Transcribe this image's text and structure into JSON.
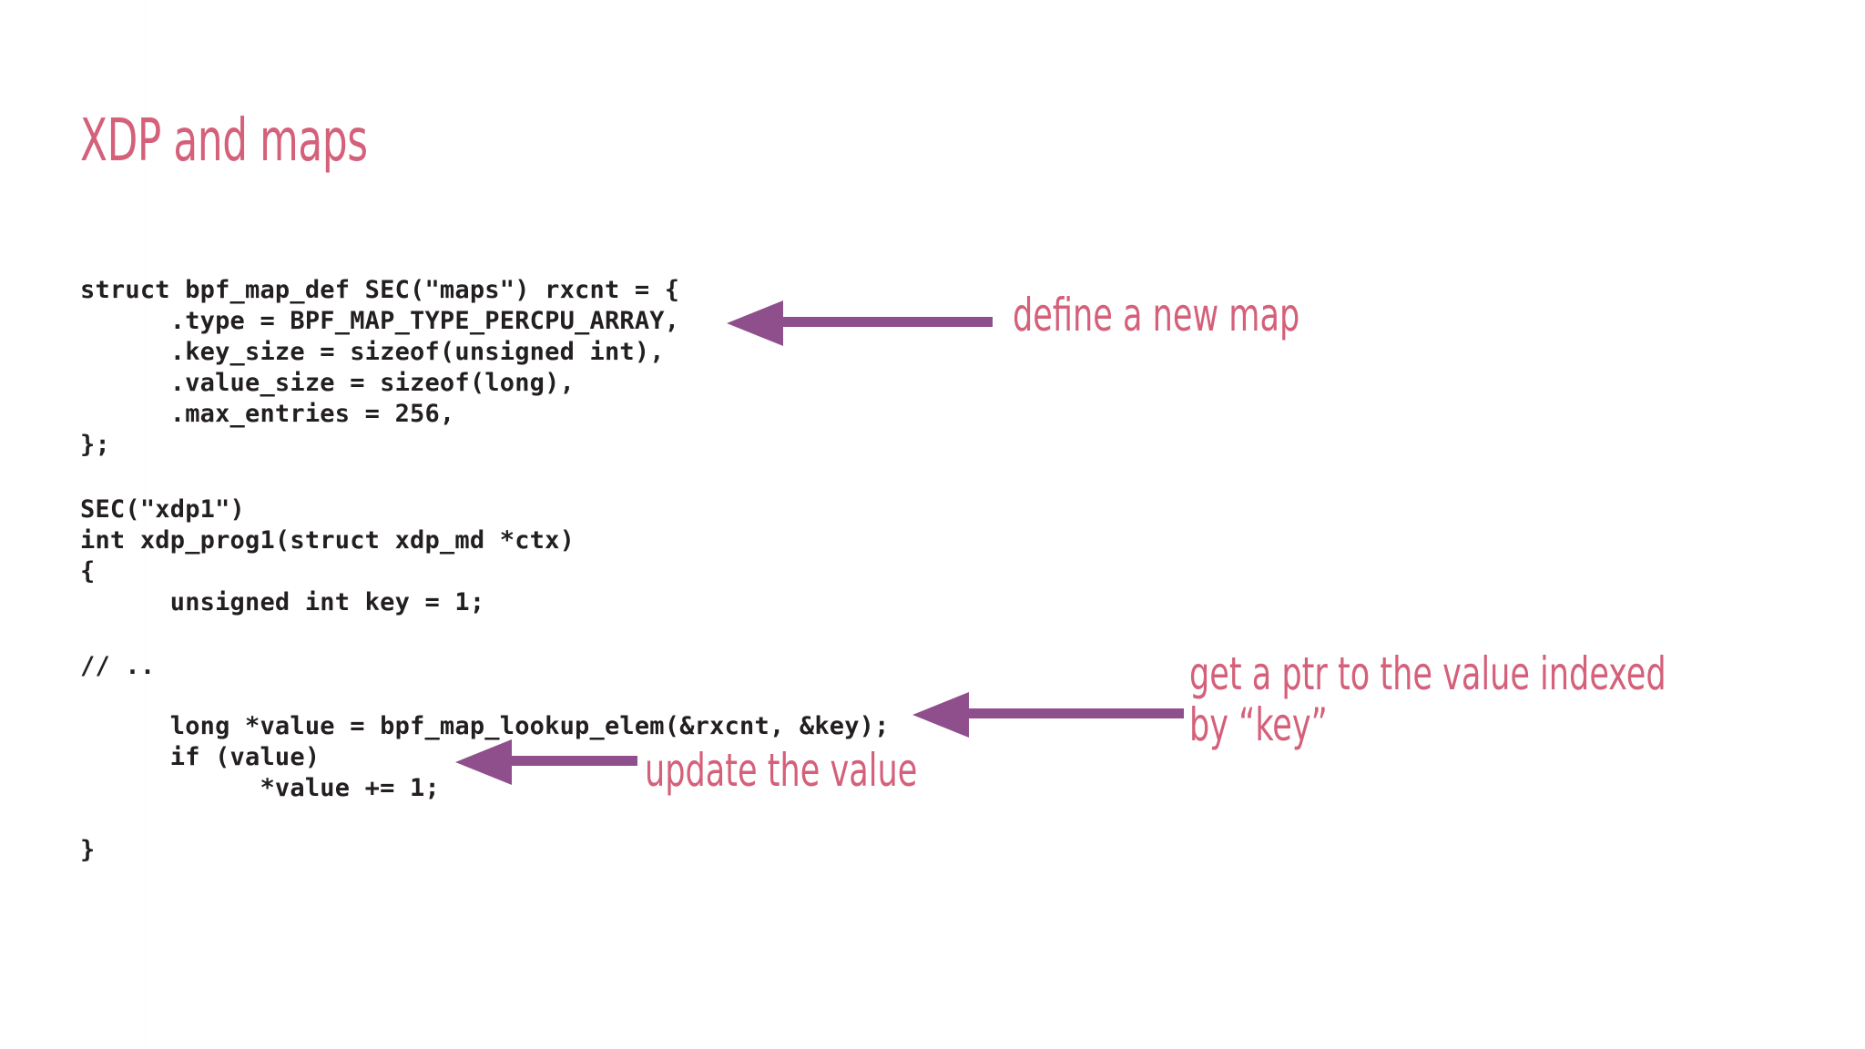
{
  "slide": {
    "title": "XDP and maps",
    "background_color": "#ffffff",
    "accent_pink": "#d4607a",
    "arrow_purple": "#8f4f8c",
    "code_color": "#231f20"
  },
  "code": {
    "map_definition": "struct bpf_map_def SEC(\"maps\") rxcnt = {\n      .type = BPF_MAP_TYPE_PERCPU_ARRAY,\n      .key_size = sizeof(unsigned int),\n      .value_size = sizeof(long),\n      .max_entries = 256,\n};",
    "program_header": "SEC(\"xdp1\")\nint xdp_prog1(struct xdp_md *ctx)\n{\n      unsigned int key = 1;",
    "comment_ellipsis": "// ..",
    "lookup_block": "      long *value = bpf_map_lookup_elem(&rxcnt, &key);\n      if (value)\n            *value += 1;",
    "closing_brace": "}"
  },
  "annotations": {
    "define_map": "define a new map",
    "get_ptr": "get a ptr to the value indexed\nby “key”",
    "update_value": "update the value"
  },
  "icons": {
    "arrow_left_define": "arrow-left-icon",
    "arrow_left_getptr": "arrow-left-icon",
    "arrow_left_update": "arrow-left-icon"
  }
}
